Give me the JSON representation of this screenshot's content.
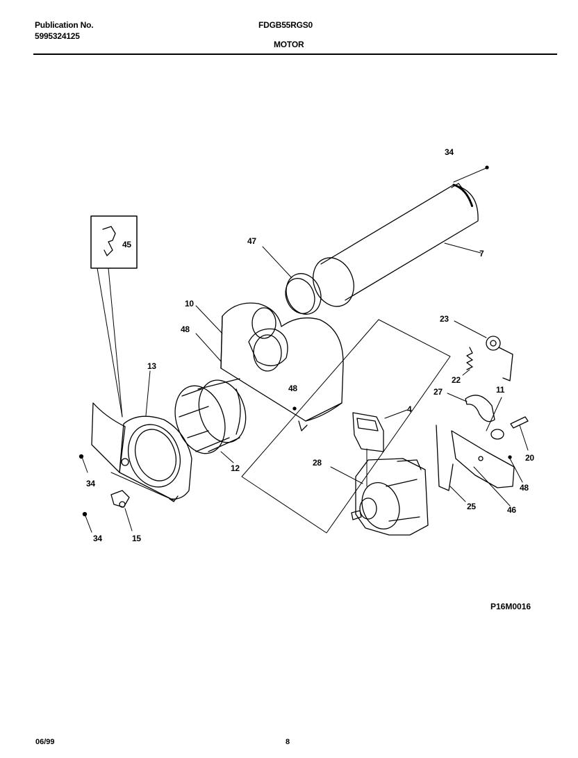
{
  "header": {
    "publication_label": "Publication No.",
    "publication_number": "5995324125",
    "model": "FDGB55RGS0",
    "section_title": "MOTOR"
  },
  "parts": {
    "p34_top": "34",
    "p7": "7",
    "p47": "47",
    "p45": "45",
    "p10": "10",
    "p48_left": "48",
    "p48_center": "48",
    "p13": "13",
    "p23": "23",
    "p22": "22",
    "p27": "27",
    "p11": "11",
    "p4": "4",
    "p20": "20",
    "p28": "28",
    "p12": "12",
    "p48_right": "48",
    "p25": "25",
    "p46": "46",
    "p34_left": "34",
    "p34_bottom": "34",
    "p15": "15"
  },
  "drawing_id": "P16M0016",
  "footer": {
    "date": "06/99",
    "page": "8"
  }
}
